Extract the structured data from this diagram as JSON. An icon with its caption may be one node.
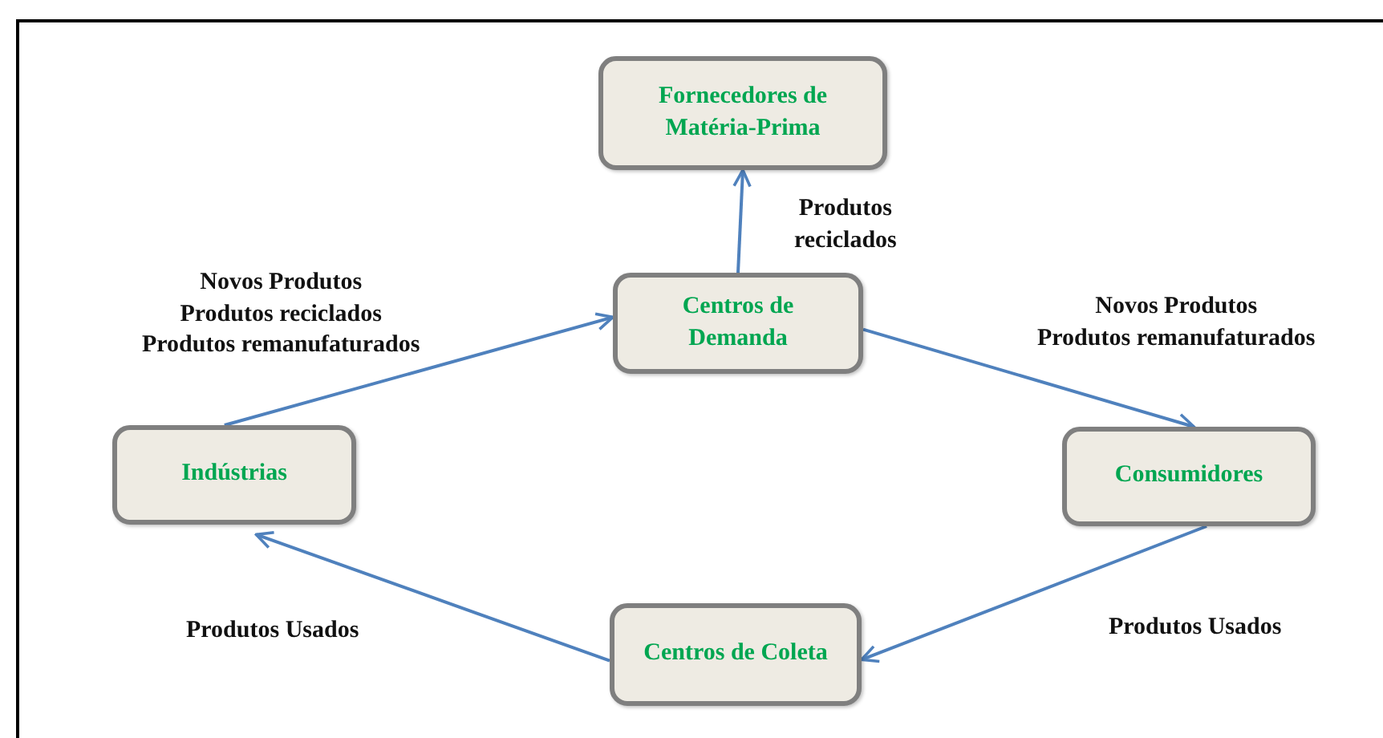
{
  "diagram": {
    "nodes": [
      {
        "text": [
          "Fornecedores de Matéria-Prima"
        ]
      },
      {
        "text": [
          "Centros de Demanda"
        ]
      },
      {
        "text": [
          "Indústrias"
        ]
      },
      {
        "text": [
          "Consumidores"
        ]
      },
      {
        "text": [
          "Centros de Coleta"
        ]
      }
    ],
    "edges": [
      {
        "from": 1,
        "to": 0,
        "arrow": "to",
        "label": "Produtos reciclados"
      },
      {
        "from": 2,
        "to": 1,
        "arrow": "to",
        "label": "Novos Produtos Produtos reciclados Produtos remanufaturados"
      },
      {
        "from": 1,
        "to": 3,
        "arrow": "to",
        "label": "Novos Produtos Produtos remanufaturados"
      },
      {
        "from": 3,
        "to": 4,
        "arrow": "to",
        "label": "Produtos Usados"
      },
      {
        "from": 4,
        "to": 2,
        "arrow": "to",
        "label": "Produtos Usados"
      }
    ]
  }
}
